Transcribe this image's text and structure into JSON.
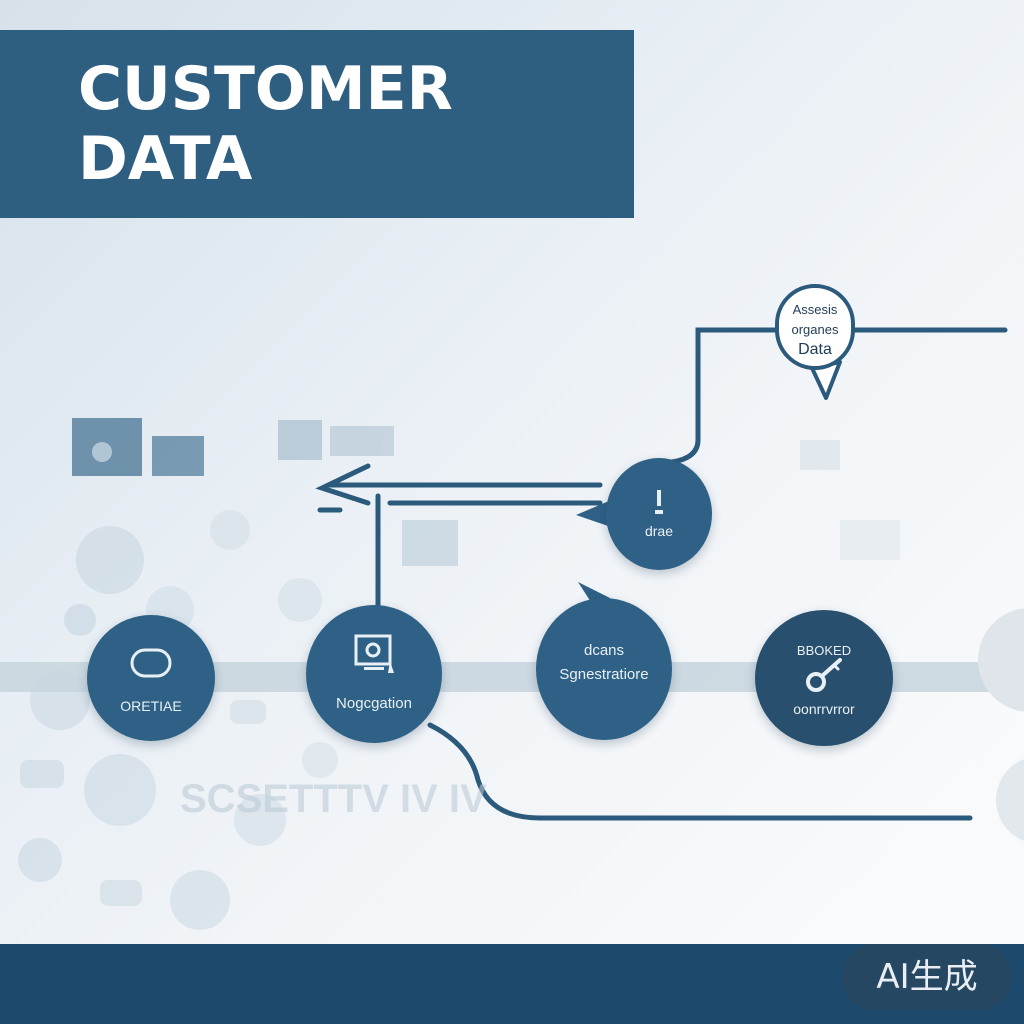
{
  "title": "CUSTOMER DATA",
  "watermark": "AI生成",
  "colors": {
    "banner": "#2f5f80",
    "node": "#2f6186",
    "line": "#2c5a7c",
    "bottom_bar": "#1d4a6c"
  },
  "nodes": {
    "oretiae": {
      "label": "ORETIAE",
      "icon": "oval-icon"
    },
    "nogcgation": {
      "label": "Nogcgation",
      "icon": "monitor-icon"
    },
    "dcans": {
      "line1": "dcans",
      "line2": "Sgnestratiore"
    },
    "booked": {
      "line1": "BBOKED",
      "line2": "oonrrvrror",
      "icon": "key-icon"
    },
    "drae": {
      "label": "drae",
      "icon": "exclamation-icon"
    }
  },
  "bubble": {
    "line1": "Assesis",
    "line2": "organes",
    "line3": "Data"
  },
  "faded_text": "SCSETTTV IV IV"
}
